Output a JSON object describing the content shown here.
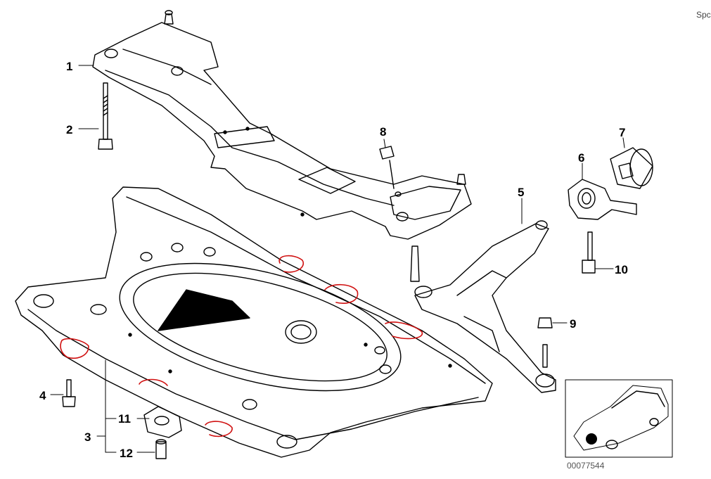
{
  "corner_text": "Spc",
  "reference_code": "00077544",
  "callouts": [
    "1",
    "2",
    "3",
    "4",
    "5",
    "6",
    "7",
    "8",
    "9",
    "10",
    "11",
    "12"
  ],
  "colors": {
    "line": "#000000",
    "markup": "#d01010",
    "locator_dot": "#000000"
  }
}
